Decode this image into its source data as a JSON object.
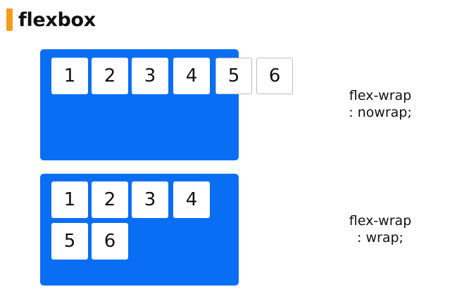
{
  "title": "flexbox",
  "colors": {
    "accent": "#f29b1d",
    "container": "#0a6ef5",
    "item": "#ffffff",
    "text": "#111111"
  },
  "examples": [
    {
      "items": [
        "1",
        "2",
        "3",
        "4",
        "5",
        "6"
      ],
      "caption_line1": "flex-wrap",
      "caption_line2": ": nowrap;"
    },
    {
      "items": [
        "1",
        "2",
        "3",
        "4",
        "5",
        "6"
      ],
      "caption_line1": "flex-wrap",
      "caption_line2": ": wrap;"
    }
  ]
}
